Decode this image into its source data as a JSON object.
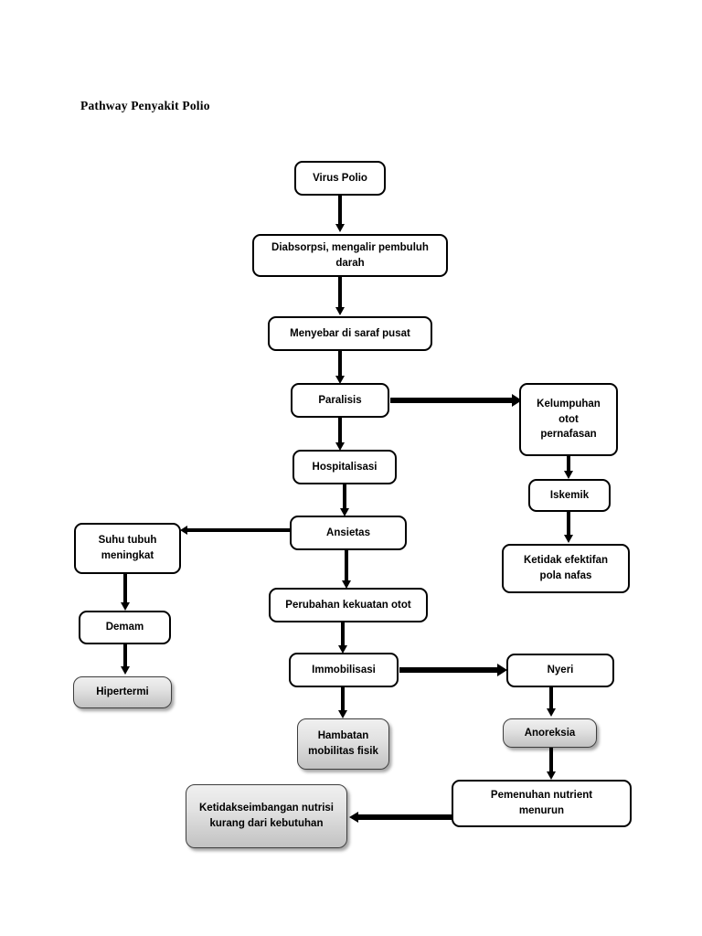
{
  "document": {
    "title": "Pathway Penyakit Polio"
  },
  "diagram": {
    "type": "flowchart",
    "nodes": [
      {
        "id": "virus_polio",
        "label": "Virus Polio",
        "style": "plain"
      },
      {
        "id": "diabsorpsi",
        "label": "Diabsorpsi, mengalir pembuluh darah",
        "style": "plain"
      },
      {
        "id": "menyebar",
        "label": "Menyebar di saraf pusat",
        "style": "plain"
      },
      {
        "id": "paralisis",
        "label": "Paralisis",
        "style": "plain"
      },
      {
        "id": "kelumpuhan",
        "label": "Kelumpuhan otot pernafasan",
        "style": "plain"
      },
      {
        "id": "iskemik",
        "label": "Iskemik",
        "style": "plain"
      },
      {
        "id": "ketidak_efektifan",
        "label": "Ketidak efektifan pola nafas",
        "style": "plain"
      },
      {
        "id": "hospitalisasi",
        "label": "Hospitalisasi",
        "style": "plain"
      },
      {
        "id": "ansietas",
        "label": "Ansietas",
        "style": "plain"
      },
      {
        "id": "suhu_tubuh",
        "label": "Suhu tubuh meningkat",
        "style": "plain"
      },
      {
        "id": "demam",
        "label": "Demam",
        "style": "plain"
      },
      {
        "id": "hipertermi",
        "label": "Hipertermi",
        "style": "shaded"
      },
      {
        "id": "perubahan_otot",
        "label": "Perubahan kekuatan otot",
        "style": "plain"
      },
      {
        "id": "immobilisasi",
        "label": "Immobilisasi",
        "style": "plain"
      },
      {
        "id": "nyeri",
        "label": "Nyeri",
        "style": "plain"
      },
      {
        "id": "hambatan",
        "label": "Hambatan mobilitas fisik",
        "style": "shaded"
      },
      {
        "id": "anoreksia",
        "label": "Anoreksia",
        "style": "shaded"
      },
      {
        "id": "pemenuhan",
        "label": "Pemenuhan nutrient menurun",
        "style": "plain"
      },
      {
        "id": "ketidakseimbangan",
        "label": "Ketidakseimbangan nutrisi kurang dari kebutuhan",
        "style": "shaded"
      }
    ],
    "node_lines": {
      "virus_polio": [
        "Virus Polio"
      ],
      "diabsorpsi": [
        "Diabsorpsi, mengalir pembuluh",
        "darah"
      ],
      "menyebar": [
        "Menyebar di saraf pusat"
      ],
      "paralisis": [
        "Paralisis"
      ],
      "kelumpuhan": [
        "Kelumpuhan",
        "otot",
        "pernafasan"
      ],
      "iskemik": [
        "Iskemik"
      ],
      "ketidak_efektifan": [
        "Ketidak efektifan",
        "pola nafas"
      ],
      "hospitalisasi": [
        "Hospitalisasi"
      ],
      "ansietas": [
        "Ansietas"
      ],
      "suhu_tubuh": [
        "Suhu tubuh",
        "meningkat"
      ],
      "demam": [
        "Demam"
      ],
      "hipertermi": [
        "Hipertermi"
      ],
      "perubahan_otot": [
        "Perubahan kekuatan otot"
      ],
      "immobilisasi": [
        "Immobilisasi"
      ],
      "nyeri": [
        "Nyeri"
      ],
      "hambatan": [
        "Hambatan",
        "mobilitas fisik"
      ],
      "anoreksia": [
        "Anoreksia"
      ],
      "pemenuhan": [
        "Pemenuhan nutrient",
        "menurun"
      ],
      "ketidakseimbangan": [
        "Ketidakseimbangan nutrisi",
        "kurang dari kebutuhan"
      ]
    },
    "edges": [
      {
        "from": "virus_polio",
        "to": "diabsorpsi",
        "direction": "down"
      },
      {
        "from": "diabsorpsi",
        "to": "menyebar",
        "direction": "down"
      },
      {
        "from": "menyebar",
        "to": "paralisis",
        "direction": "down"
      },
      {
        "from": "paralisis",
        "to": "kelumpuhan",
        "direction": "right"
      },
      {
        "from": "paralisis",
        "to": "hospitalisasi",
        "direction": "down"
      },
      {
        "from": "kelumpuhan",
        "to": "iskemik",
        "direction": "down"
      },
      {
        "from": "iskemik",
        "to": "ketidak_efektifan",
        "direction": "down"
      },
      {
        "from": "hospitalisasi",
        "to": "ansietas",
        "direction": "down"
      },
      {
        "from": "ansietas",
        "to": "suhu_tubuh",
        "direction": "left"
      },
      {
        "from": "ansietas",
        "to": "perubahan_otot",
        "direction": "down"
      },
      {
        "from": "suhu_tubuh",
        "to": "demam",
        "direction": "down"
      },
      {
        "from": "demam",
        "to": "hipertermi",
        "direction": "down"
      },
      {
        "from": "perubahan_otot",
        "to": "immobilisasi",
        "direction": "down"
      },
      {
        "from": "immobilisasi",
        "to": "nyeri",
        "direction": "right"
      },
      {
        "from": "immobilisasi",
        "to": "hambatan",
        "direction": "down"
      },
      {
        "from": "nyeri",
        "to": "anoreksia",
        "direction": "down"
      },
      {
        "from": "anoreksia",
        "to": "pemenuhan",
        "direction": "down"
      },
      {
        "from": "pemenuhan",
        "to": "ketidakseimbangan",
        "direction": "left"
      }
    ],
    "colors": {
      "stroke": "#000000",
      "box_fill": "#ffffff",
      "shaded_fill_top": "#f0f0f0",
      "shaded_fill_bottom": "#c2c2c2",
      "text": "#000000",
      "page_background": "#ffffff"
    }
  }
}
